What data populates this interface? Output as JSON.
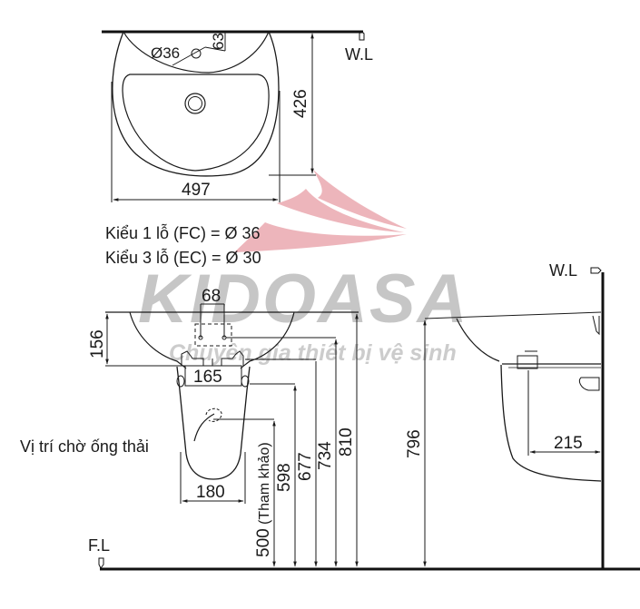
{
  "top_view": {
    "width_label": "497",
    "depth_label": "426",
    "hole_diameter_label": "Ø36",
    "hole_offset_label": "63",
    "wall_line_label": "W.L"
  },
  "notes": {
    "line1": "Kiểu 1 lỗ (FC) = Ø 36",
    "line2": "Kiểu 3 lỗ (EC) = Ø 30"
  },
  "front_view": {
    "tap_spacing_label": "68",
    "basin_height_label": "156",
    "bracket_width_label": "165",
    "pedestal_width_label": "180",
    "waste_pipe_label": "Vị trí chờ ống thải",
    "heights": {
      "h500": "500",
      "h500_note": "(Tham khảo)",
      "h598": "598",
      "h677": "677",
      "h734": "734",
      "h810": "810"
    },
    "floor_line_label": "F.L"
  },
  "side_view": {
    "wall_line_label": "W.L",
    "height_label": "796",
    "projection_label": "215"
  },
  "watermark": {
    "brand": "KIDOASA",
    "tagline": "Chuyên gia thiết bị vệ sinh",
    "logo_color": "#e8a0a6"
  }
}
